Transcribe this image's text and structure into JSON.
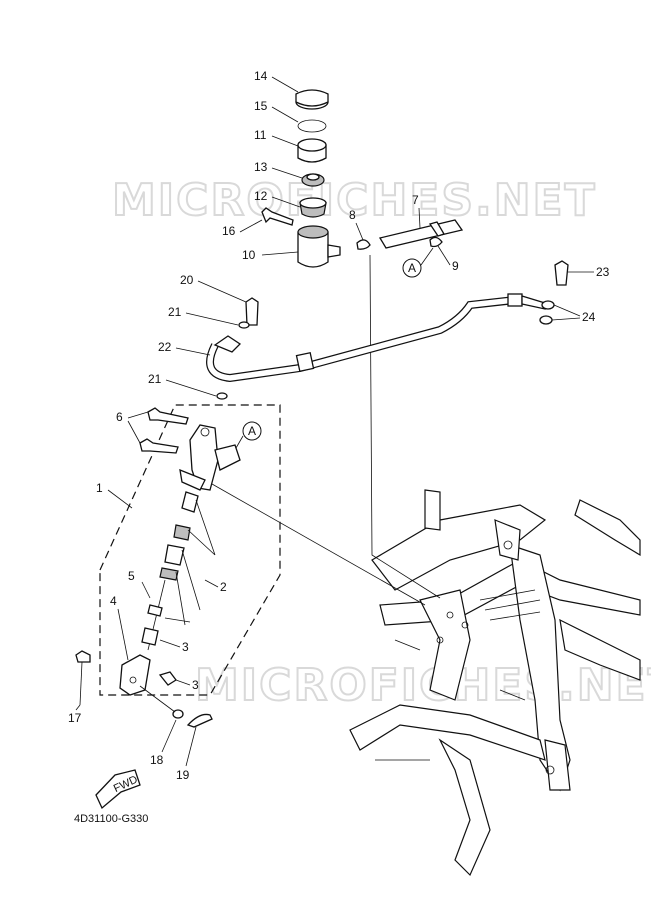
{
  "watermark": "MICROFICHES.NET",
  "diagram_code": "4D31100-G330",
  "fwd_label": "FWD",
  "ref_marker": "A",
  "callouts": {
    "c1": "1",
    "c2": "2",
    "c3a": "3",
    "c3b": "3",
    "c4": "4",
    "c5": "5",
    "c6": "6",
    "c7": "7",
    "c8": "8",
    "c9": "9",
    "c10": "10",
    "c11": "11",
    "c12": "12",
    "c13": "13",
    "c14": "14",
    "c15": "15",
    "c16": "16",
    "c17": "17",
    "c18": "18",
    "c19": "19",
    "c20": "20",
    "c21a": "21",
    "c21b": "21",
    "c22": "22",
    "c23": "23",
    "c24": "24"
  }
}
